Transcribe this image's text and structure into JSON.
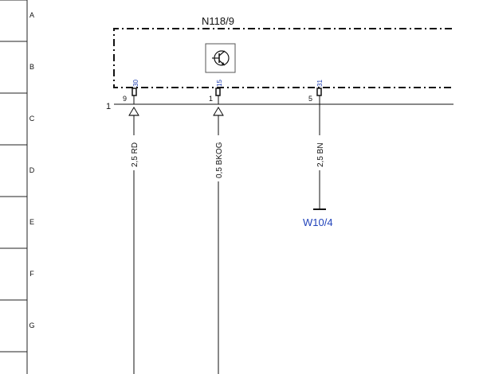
{
  "sheet": {
    "row_labels": [
      "A",
      "B",
      "C",
      "D",
      "E",
      "F",
      "G"
    ]
  },
  "component": {
    "label": "N118/9",
    "symbol_icon": "transistor-icon"
  },
  "bus": {
    "label": "1"
  },
  "pins": [
    {
      "pin_number": "9",
      "terminal": "30",
      "wire": "2,5 RD"
    },
    {
      "pin_number": "1",
      "terminal": "15",
      "wire": "0,5 BKOG"
    },
    {
      "pin_number": "5",
      "terminal": "31",
      "wire": "2,5 BN"
    }
  ],
  "ground": {
    "label": "W10/4"
  },
  "colors": {
    "line": "#111111",
    "terminal_text": "#1f3fb0",
    "ground_text": "#2244bb"
  }
}
